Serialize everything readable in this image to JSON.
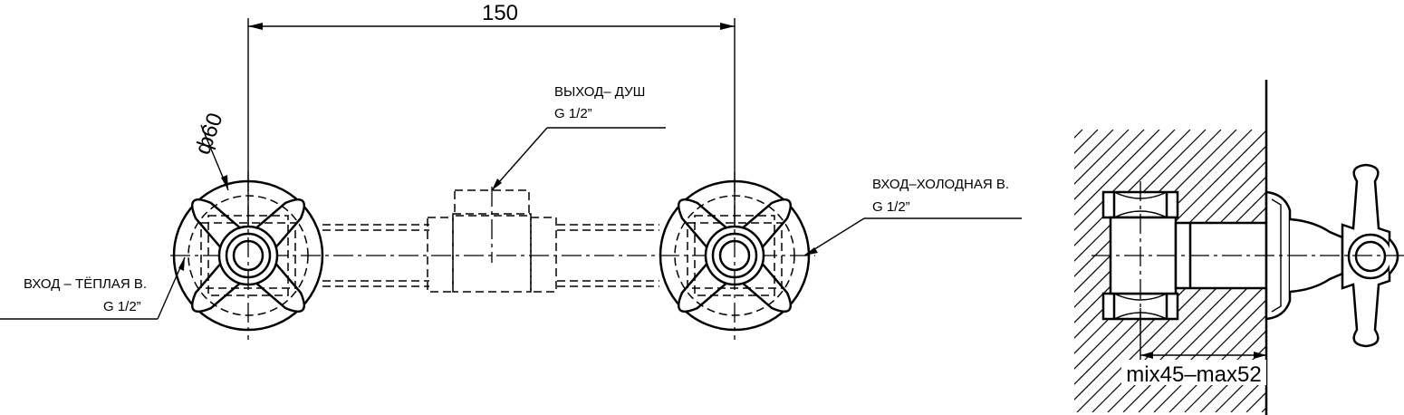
{
  "dimensions": {
    "spacing": "150",
    "handle_diameter": "ф60",
    "depth_range": "mix45–max52"
  },
  "labels": {
    "outlet_line1": "ВЫХОД– ДУШ",
    "outlet_line2": "G 1/2”",
    "cold_line1": "ВХОД–ХОЛОДНАЯ В.",
    "cold_line2": "G 1/2”",
    "hot_line1": "ВХОД – ТЁПЛАЯ В.",
    "hot_line2": "G 1/2”"
  }
}
